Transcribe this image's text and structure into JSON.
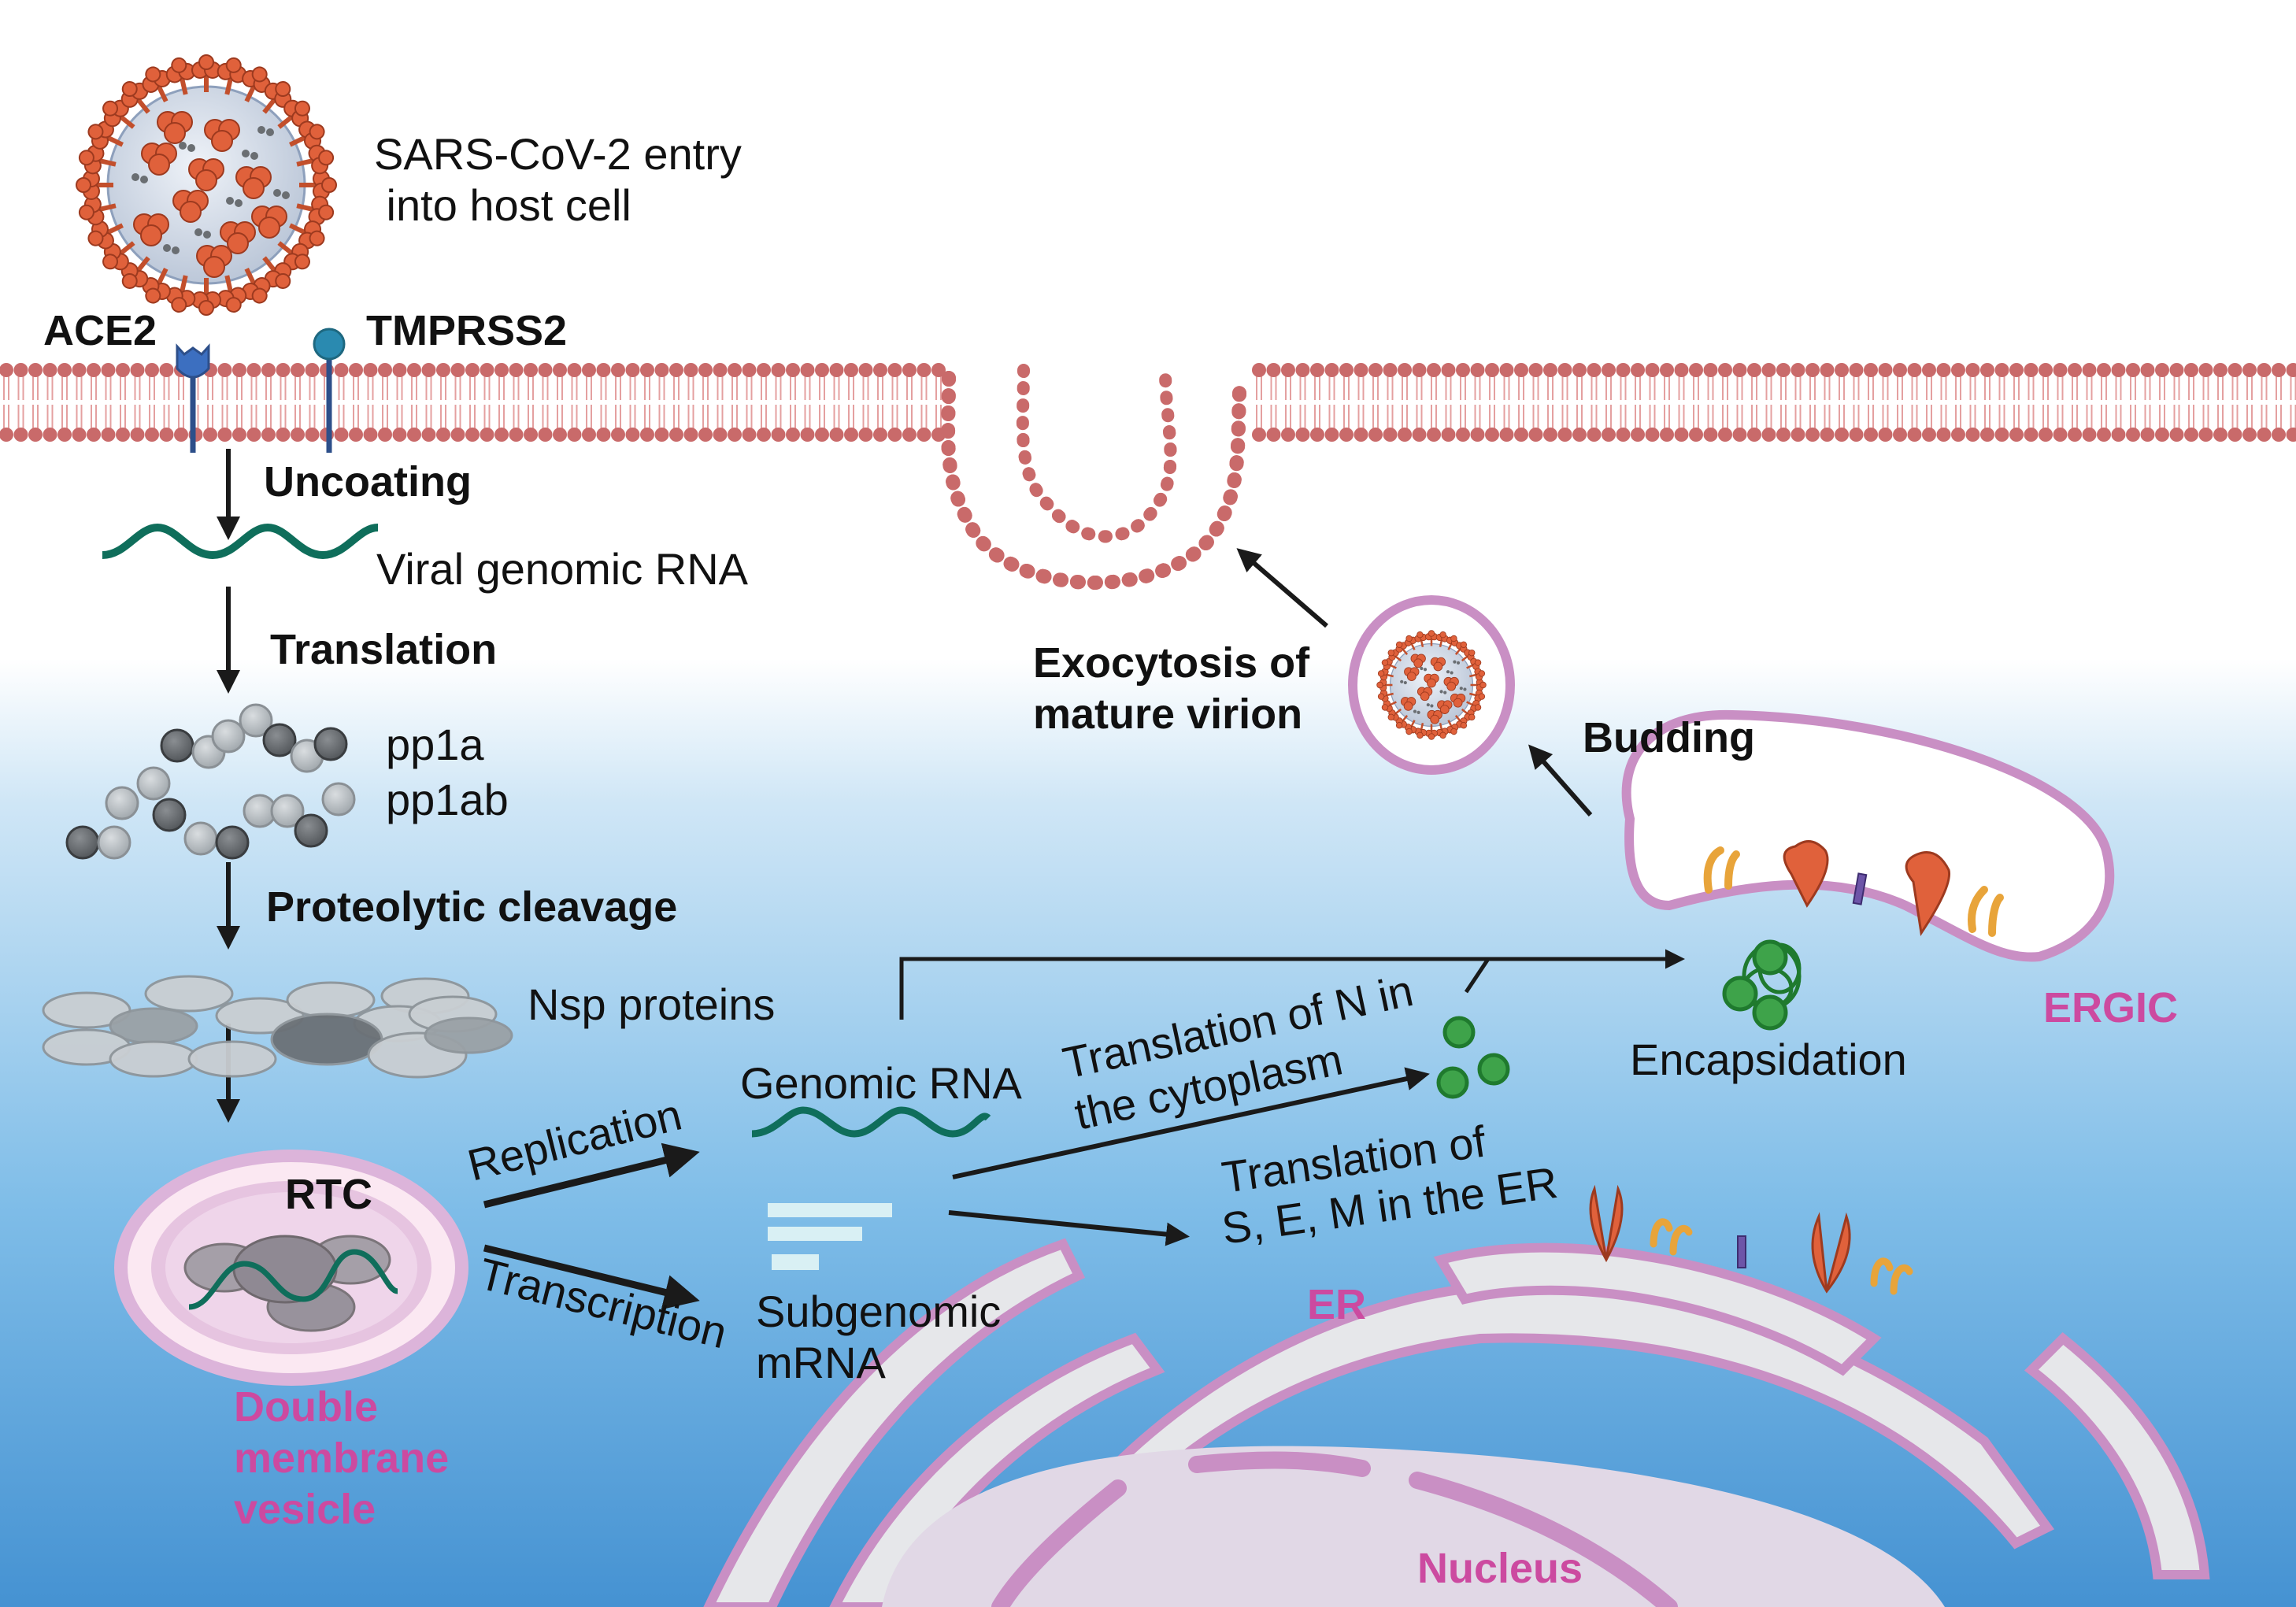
{
  "title": "SARS-CoV-2 replication cycle",
  "colors": {
    "membrane": "#c96a6a",
    "rna": "#0f6e5b",
    "spike": "#e0613b",
    "organelle_outline": "#c98fc4",
    "organelle_label": "#cc4aa0",
    "n_protein": "#3ea34a",
    "e_protein": "#e8a43a",
    "m_protein": "#6d55a8",
    "cytoplasm_top": "#ffffff",
    "cytoplasm_bottom": "#4a96d4"
  },
  "labels": {
    "entry": [
      "SARS-CoV-2 entry",
      " into host cell"
    ],
    "ace2": "ACE2",
    "tmprss2": "TMPRSS2",
    "uncoating": "Uncoating",
    "viral_genomic_rna": "Viral genomic RNA",
    "translation": "Translation",
    "pp1a": "pp1a",
    "pp1ab": "pp1ab",
    "proteolytic_cleavage": "Proteolytic cleavage",
    "nsp_proteins": "Nsp proteins",
    "rtc": "RTC",
    "dmv": [
      "Double",
      "membrane",
      "vesicle"
    ],
    "replication": "Replication",
    "transcription": "Transcription",
    "genomic_rna": "Genomic RNA",
    "subgenomic_mrna": [
      "Subgenomic",
      "mRNA"
    ],
    "translation_n": [
      "Translation of N in",
      "the cytoplasm"
    ],
    "translation_sem": [
      "Translation of",
      "S, E, M in the ER"
    ],
    "er": "ER",
    "nucleus": "Nucleus",
    "encapsidation": "Encapsidation",
    "ergic": "ERGIC",
    "budding": "Budding",
    "exocytosis": [
      "Exocytosis of",
      "mature virion"
    ]
  }
}
